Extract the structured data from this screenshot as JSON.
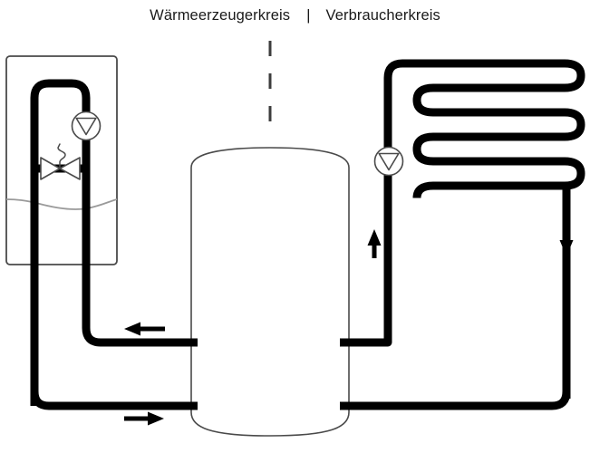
{
  "diagram": {
    "title_left": "Wärmeerzeugerkreis",
    "separator": "|",
    "title_right": "Verbraucherkreis",
    "colors": {
      "background": "#ffffff",
      "pipe": "#000000",
      "outline": "#3a3a3a",
      "text": "#1a1a1a"
    },
    "components": {
      "boiler_label": "heat-generator-vessel",
      "boiler_pump_label": "boiler-circulation-pump",
      "mixing_valve_label": "three-way-mixing-valve",
      "water_level_label": "water-level-line",
      "storage_tank_label": "buffer-storage-tank",
      "consumer_pump_label": "consumer-circulation-pump",
      "heating_coil_label": "serpentine-heating-coil",
      "divider_label": "circuit-divider-dashed-line"
    },
    "flow_arrows": [
      {
        "name": "return-arrow-left",
        "direction": "left"
      },
      {
        "name": "supply-arrow-right",
        "direction": "right"
      },
      {
        "name": "supply-arrow-up",
        "direction": "up"
      },
      {
        "name": "return-arrow-down",
        "direction": "down"
      }
    ]
  }
}
